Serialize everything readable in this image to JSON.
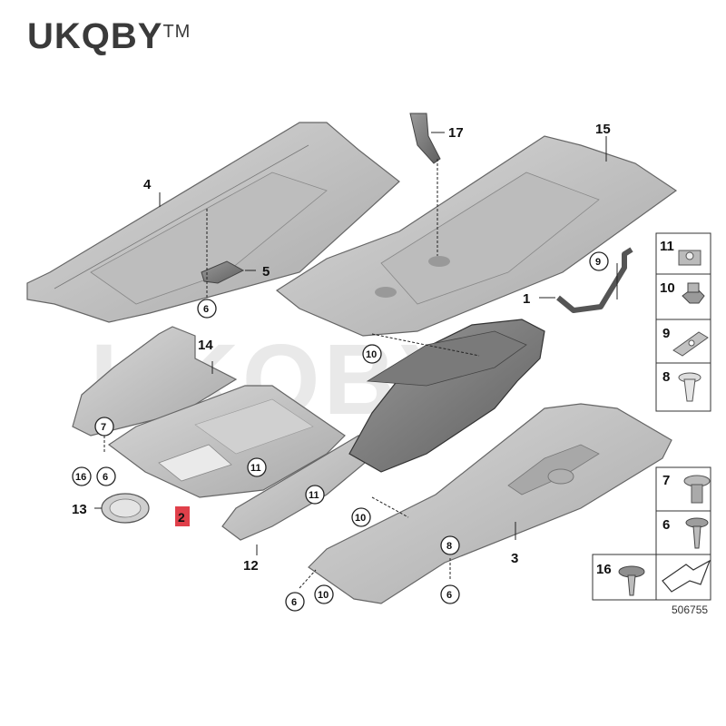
{
  "brand": {
    "name": "UKQBY",
    "mark": "TM"
  },
  "watermark": "UKQBY",
  "diagram_id": "506755",
  "labels": {
    "p1": "1",
    "p2": "2",
    "p3": "3",
    "p4": "4",
    "p5": "5",
    "p12": "12",
    "p13": "13",
    "p14": "14",
    "p15": "15",
    "p17": "17",
    "c6a": "6",
    "c6b": "6",
    "c6c": "6",
    "c6d": "6",
    "c7": "7",
    "c8": "8",
    "c9": "9",
    "c10a": "10",
    "c10b": "10",
    "c10c": "10",
    "c11a": "11",
    "c11b": "11",
    "c16": "16"
  },
  "legend": [
    {
      "number": "11",
      "icon": "spring-nut-icon"
    },
    {
      "number": "10",
      "icon": "hex-nut-icon"
    },
    {
      "number": "9",
      "icon": "clip-nut-icon"
    },
    {
      "number": "8",
      "icon": "expanding-rivet-icon"
    },
    {
      "number": "7",
      "icon": "plastic-nut-icon"
    },
    {
      "number": "6",
      "icon": "screw-icon"
    },
    {
      "number": "16",
      "icon": "washer-screw-icon"
    }
  ],
  "colors": {
    "part": "#c9c9c9",
    "part_dark": "#8c8c8c",
    "highlight": "#e0404a"
  }
}
